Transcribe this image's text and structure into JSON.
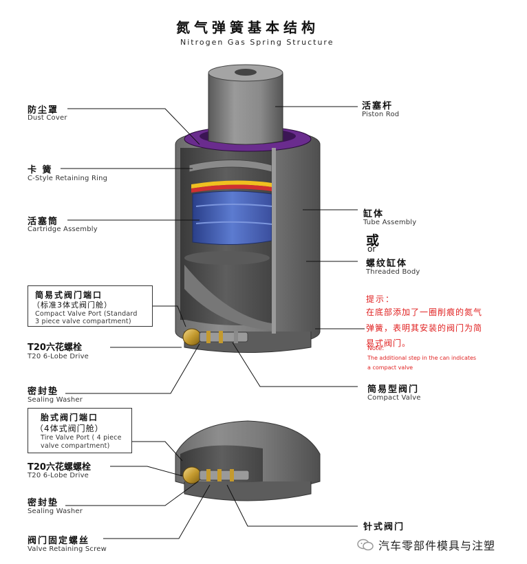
{
  "title": {
    "zh": "氮气弹簧基本结构",
    "en": "Nitrogen Gas Spring Structure"
  },
  "labels": {
    "dust_cover": {
      "zh": "防尘罩",
      "en": "Dust Cover"
    },
    "retaining_ring": {
      "zh": "卡 簧",
      "en": "C-Style Retaining Ring"
    },
    "cartridge": {
      "zh": "活塞筒",
      "en": "Cartridge Assembly"
    },
    "piston_rod": {
      "zh": "活塞杆",
      "en": "Piston Rod"
    },
    "tube": {
      "zh": "缸体",
      "en": "Tube Assembly"
    },
    "or": {
      "zh": "或",
      "en": "or"
    },
    "threaded_body": {
      "zh": "螺纹缸体",
      "en": "Threaded Body"
    },
    "compact_port": {
      "zh1": "简易式阀门端口",
      "zh2": "（标准3体式阀门舱）",
      "en1": "Compact Valve Port (Standard",
      "en2": "3 piece valve compartment)"
    },
    "t20_a": {
      "zh": "T20六花螺栓",
      "en": "T20 6-Lobe Drive"
    },
    "washer_a": {
      "zh": "密封垫",
      "en": "Sealing Washer"
    },
    "compact_valve": {
      "zh": "简易型阀门",
      "en": "Compact Valve"
    },
    "tire_port": {
      "zh1": "胎式阀门端口",
      "zh2": "（4体式阀门舱）",
      "en1": "Tire Valve Port ( 4 piece",
      "en2": "valve compartment)"
    },
    "t20_b": {
      "zh": "T20六花螺螺栓",
      "en": "T20 6-Lobe Drive"
    },
    "washer_b": {
      "zh": "密封垫",
      "en": "Sealing Washer"
    },
    "pin_valve": {
      "zh": "针式阀门"
    },
    "retaining_screw": {
      "zh": "阀门固定螺丝",
      "en": "Valve Retaining Screw"
    }
  },
  "note": {
    "zh_title": "提示：",
    "zh_body1": "在底部添加了一圈削痕的氮气",
    "zh_body2": "弹簧，表明其安装的阀门为简",
    "zh_body3": "易式阀门。",
    "en_title": "Note:",
    "en_body1": "The additional step in the can indicates",
    "en_body2": "a compact valve"
  },
  "watermark": "汽车零部件模具与注塑",
  "colors": {
    "note_red": "#e02020",
    "body_gray": "#6f6f6f",
    "purple": "#6a2c8e",
    "blue": "#3d5fb0"
  }
}
